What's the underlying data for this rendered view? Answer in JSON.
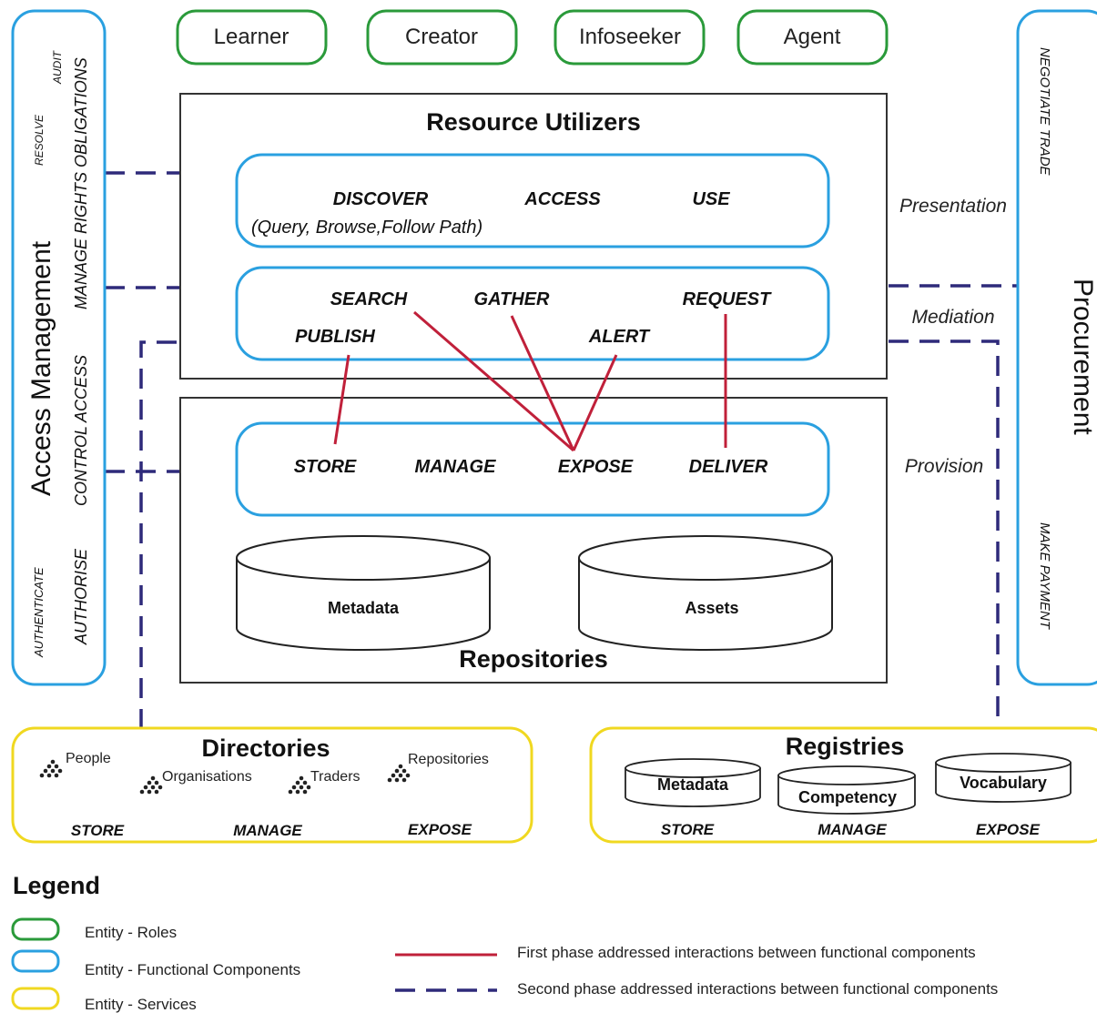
{
  "roles": [
    "Learner",
    "Creator",
    "Infoseeker",
    "Agent"
  ],
  "resource_utilizers": {
    "title": "Resource Utilizers",
    "presentation": {
      "discover": "DISCOVER",
      "access": "ACCESS",
      "use": "USE",
      "discover_detail": "(Query, Browse,Follow Path)"
    },
    "mediation": {
      "search": "SEARCH",
      "gather": "GATHER",
      "request": "REQUEST",
      "publish": "PUBLISH",
      "alert": "ALERT"
    }
  },
  "repositories": {
    "title": "Repositories",
    "provision": {
      "store": "STORE",
      "manage": "MANAGE",
      "expose": "EXPOSE",
      "deliver": "DELIVER"
    },
    "metadata": "Metadata",
    "assets": "Assets"
  },
  "layers": {
    "presentation": "Presentation",
    "mediation": "Mediation",
    "provision": "Provision"
  },
  "access_management": {
    "title": "Access Management",
    "resolve": "RESOLVE",
    "audit": "AUDIT",
    "manage_rights_obligations": "MANAGE  RIGHTS  OBLIGATIONS",
    "control_access": "CONTROL ACCESS",
    "authenticate": "AUTHENTICATE",
    "authorise": "AUTHORISE"
  },
  "procurement": {
    "title": "Procurement",
    "negotiate_trade": "NEGOTIATE TRADE",
    "make_payment": "MAKE PAYMENT"
  },
  "directories": {
    "title": "Directories",
    "people": "People",
    "organisations": "Organisations",
    "traders": "Traders",
    "repositories": "Repositories",
    "store": "STORE",
    "manage": "MANAGE",
    "expose": "EXPOSE"
  },
  "registries": {
    "title": "Registries",
    "metadata": "Metadata",
    "competency": "Competency",
    "vocabulary": "Vocabulary",
    "store": "STORE",
    "manage": "MANAGE",
    "expose": "EXPOSE"
  },
  "legend": {
    "title": "Legend",
    "roles": "Entity - Roles",
    "functional": "Entity - Functional Components",
    "services": "Entity - Services",
    "first_phase": "First phase addressed interactions between functional components",
    "second_phase": "Second phase addressed interactions between functional components"
  },
  "colors": {
    "roles": "#2a9a3a",
    "functional": "#2aa0e0",
    "services": "#f0d820",
    "first_phase": "#c0203a",
    "second_phase": "#2e2a7a"
  }
}
